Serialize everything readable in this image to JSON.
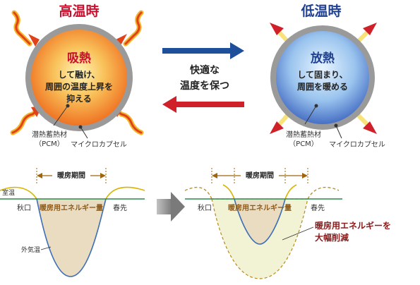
{
  "hot": {
    "title": "高温時",
    "heading": "吸熱",
    "desc_lines": [
      "して融け、",
      "周囲の温度上昇を",
      "抑える"
    ]
  },
  "cold": {
    "title": "低温時",
    "heading": "放熱",
    "desc_lines": [
      "して固まり、",
      "周囲を暖める"
    ]
  },
  "center": {
    "label_lines": [
      "快適な",
      "温度を保つ"
    ]
  },
  "labels": {
    "pcm_lines": [
      "潜熱蓄熱材",
      "（PCM）"
    ],
    "capsule": "マイクロカプセル"
  },
  "graph_left": {
    "period": "暖房期間",
    "room_temp": "室温",
    "autumn": "秋口",
    "spring": "春先",
    "energy": "暖房用エネルギー量",
    "outside_temp": "外気温"
  },
  "graph_right": {
    "period": "暖房期間",
    "autumn": "秋口",
    "spring": "春先",
    "energy": "暖房用エネルギー量",
    "reduction_lines": [
      "暖房用エネルギーを",
      "大幅削減"
    ]
  },
  "colors": {
    "hot_title": "#c8102e",
    "cold_title": "#1f3f8f",
    "arrow_blue": "#1d4f9b",
    "arrow_red": "#d0202a",
    "room_line": "#2d8a4e",
    "outside_curve": "#3b6fb6",
    "seasonal_curve": "#d8b400",
    "energy_fill": "#eadcc0",
    "reduced_fill": "#f2f2d4",
    "period_bracket": "#a0640a",
    "reduction_text": "#8b1a1a",
    "gray_arrow": "#8e8e8e"
  },
  "icons": [
    "heat-wave-icon",
    "ray-arrow-icon",
    "right-arrow-icon",
    "left-arrow-icon"
  ]
}
